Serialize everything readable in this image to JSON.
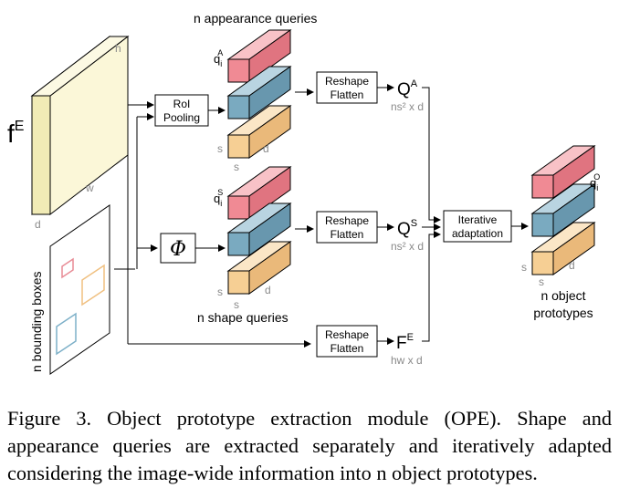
{
  "diagram": {
    "feature_map": {
      "label": "f",
      "label_sup": "E",
      "dim_h": "h",
      "dim_w": "w",
      "dim_d": "d"
    },
    "bboxes_label": "n bounding boxes",
    "roi_pooling": {
      "line1": "RoI",
      "line2": "Pooling"
    },
    "phi_label": "Φ",
    "appearance": {
      "title": "n appearance queries",
      "q_base": "q",
      "q_sub": "i",
      "q_sup": "A",
      "dim_s1": "s",
      "dim_s2": "s",
      "dim_d": "d"
    },
    "shape": {
      "title": "n shape queries",
      "q_base": "q",
      "q_sub": "i",
      "q_sup": "S",
      "dim_s1": "s",
      "dim_s2": "s",
      "dim_d": "d"
    },
    "reshape": {
      "line1": "Reshape",
      "line2": "Flatten"
    },
    "qa": {
      "base": "Q",
      "sup": "A",
      "dims": "ns² x d"
    },
    "qs": {
      "base": "Q",
      "sup": "S",
      "dims": "ns² x d"
    },
    "fe": {
      "base": "F",
      "sup": "E",
      "dims": "hw x d"
    },
    "iterative": {
      "line1": "Iterative",
      "line2": "adaptation"
    },
    "output": {
      "q_base": "q",
      "q_sub": "i",
      "q_sup": "O",
      "dim_s1": "s",
      "dim_s2": "s",
      "dim_d": "d",
      "line1": "n object",
      "line2": "prototypes"
    },
    "colors": {
      "red": "#f08a94",
      "blue": "#7aaac0",
      "orange": "#f6cf94",
      "plane": "#f8f3c8",
      "bbox_red": "#e88c96",
      "bbox_orange": "#f0c080",
      "bbox_blue": "#7db0c8"
    }
  },
  "caption": {
    "text": "Figure 3.  Object prototype extraction module (OPE). Shape and appearance queries are extracted separately and iteratively adapted considering the image-wide information into n object prototypes."
  }
}
